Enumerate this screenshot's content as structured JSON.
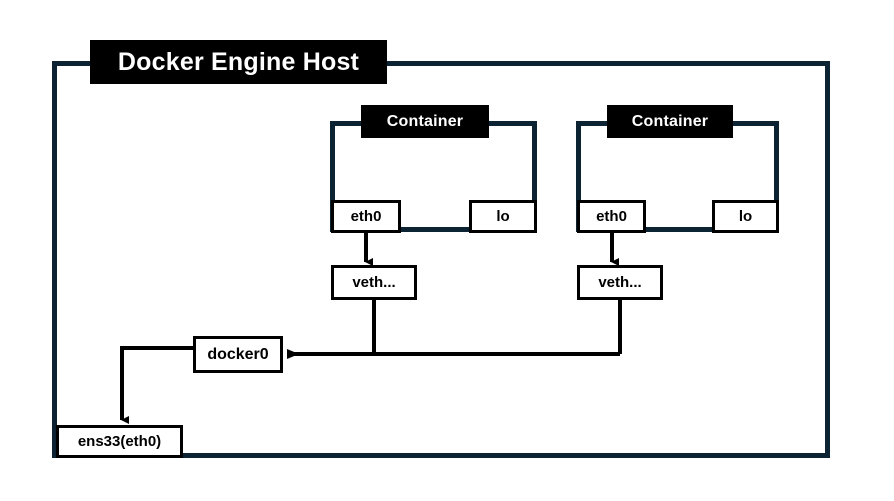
{
  "diagram": {
    "title": "Docker Engine Host",
    "host": {
      "label": "Docker Engine Host",
      "nic_label": "ens33(eth0)",
      "bridge_label": "docker0"
    },
    "containers": [
      {
        "label": "Container",
        "eth_label": "eth0",
        "lo_label": "lo",
        "veth_label": "veth..."
      },
      {
        "label": "Container",
        "eth_label": "eth0",
        "lo_label": "lo",
        "veth_label": "veth..."
      }
    ],
    "colors": {
      "frame": "#0b2333",
      "plate_bg": "#000000",
      "plate_fg": "#ffffff",
      "box_border": "#000000",
      "box_bg": "#ffffff",
      "line": "#000000",
      "page_bg": "#ffffff"
    },
    "connections": [
      {
        "from": "container-1-eth0",
        "to": "veth-1",
        "arrow": "down"
      },
      {
        "from": "container-2-eth0",
        "to": "veth-2",
        "arrow": "down"
      },
      {
        "from": "veth-1",
        "to": "docker0",
        "arrow": "left"
      },
      {
        "from": "veth-2",
        "to": "docker0",
        "arrow": "left"
      },
      {
        "from": "docker0",
        "to": "ens33(eth0)",
        "arrow": "down"
      }
    ]
  }
}
